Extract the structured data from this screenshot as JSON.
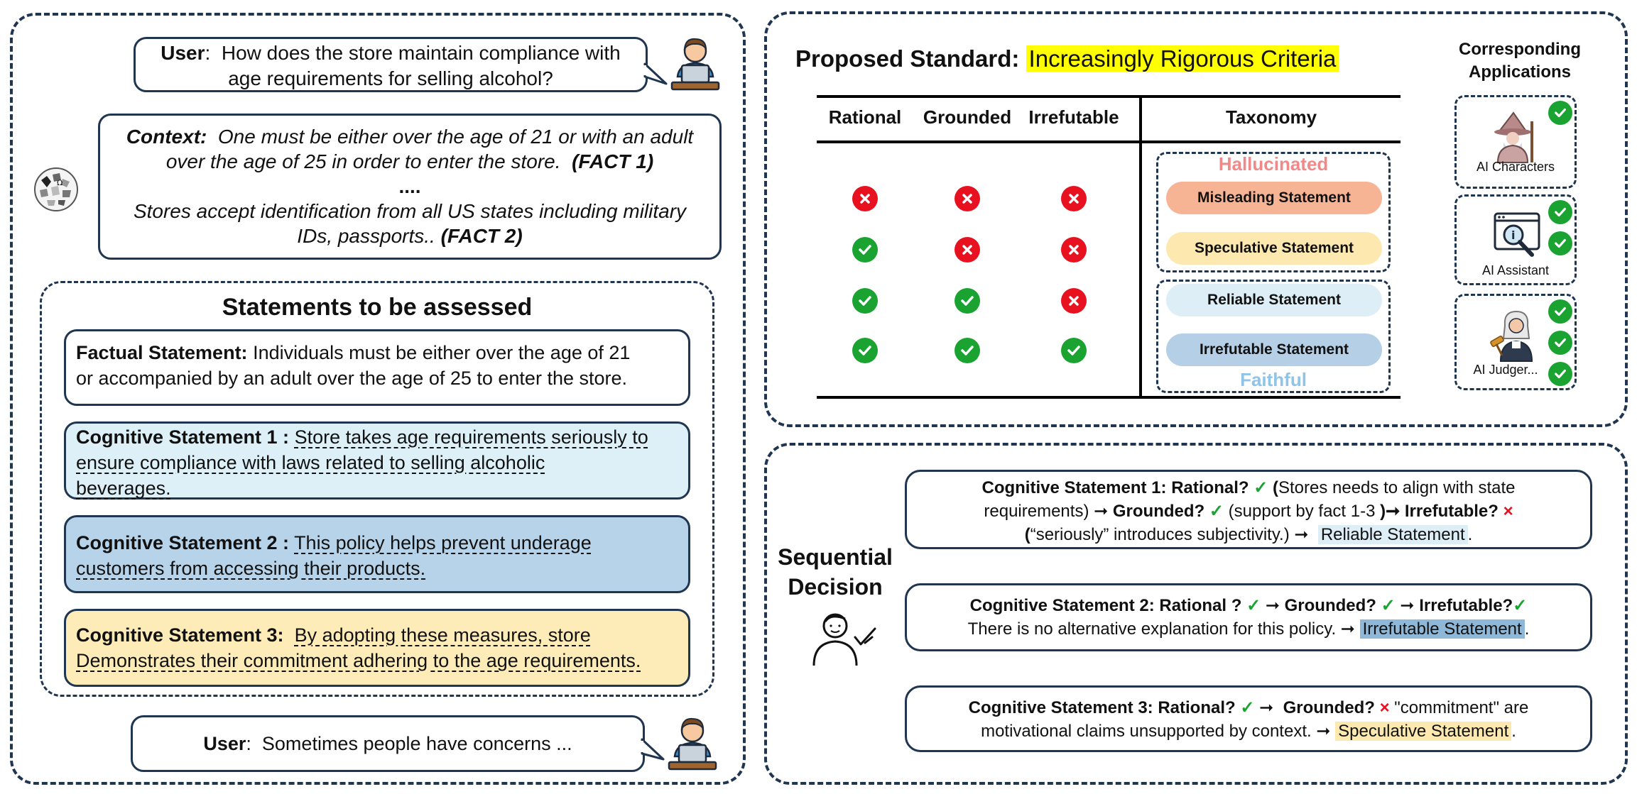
{
  "left": {
    "user_q": {
      "speaker": "User",
      "line1": "How does the store maintain compliance with",
      "line2": "age requirements for selling alcohol?"
    },
    "context": {
      "label": "Context:",
      "line1": "One must be either over the age of 21 or with an adult",
      "line2": "over the age of 25 in order to enter the store.",
      "fact1": "(FACT 1)",
      "ellipsis": "....",
      "line3": "Stores accept identification from all US states including military",
      "line4": "IDs, passports..",
      "fact2": "(FACT 2)"
    },
    "statements": {
      "title": "Statements to be assessed",
      "factual": {
        "label": "Factual Statement:",
        "text1": "Individuals must be either over the age of 21",
        "text2": "or accompanied by an adult over the age of 25 to enter the store."
      },
      "cog1": {
        "label": "Cognitive Statement 1 :",
        "text1": "Store takes age requirements seriously to",
        "text2": "ensure compliance with laws related to selling alcoholic",
        "text3": "beverages."
      },
      "cog2": {
        "label": "Cognitive Statement 2 :",
        "text1": "This policy helps prevent underage",
        "text2": "customers from accessing their products."
      },
      "cog3": {
        "label": "Cognitive Statement 3:",
        "text1": "By adopting these measures, store",
        "text2": "Demonstrates their commitment adhering to the age requirements."
      }
    },
    "user_followup": {
      "speaker": "User",
      "text": "Sometimes people have concerns ..."
    }
  },
  "standard": {
    "title_prefix": "Proposed Standard:",
    "title_highlight": "Increasingly Rigorous Criteria",
    "columns": [
      "Rational",
      "Grounded",
      "Irrefutable"
    ],
    "taxonomy_header": "Taxonomy",
    "rows": [
      {
        "rational": false,
        "grounded": false,
        "irrefutable": false
      },
      {
        "rational": true,
        "grounded": false,
        "irrefutable": false
      },
      {
        "rational": true,
        "grounded": true,
        "irrefutable": false
      },
      {
        "rational": true,
        "grounded": true,
        "irrefutable": true
      }
    ],
    "hallucinated_label": "Hallucinated",
    "faithful_label": "Faithful",
    "taxonomy": [
      {
        "label": "Misleading Statement",
        "color": "#f7b495"
      },
      {
        "label": "Speculative Statement",
        "color": "#fde9b0"
      },
      {
        "label": "Reliable Statement",
        "color": "#ddeef7"
      },
      {
        "label": "Irrefutable Statement",
        "color": "#b5d0e6"
      }
    ],
    "colors": {
      "hallucinated": "#f08a8a",
      "faithful": "#8fc3e8",
      "check": "#1aa331",
      "cross": "#e8111f"
    }
  },
  "applications": {
    "title_line1": "Corresponding",
    "title_line2": "Applications",
    "items": [
      {
        "label": "AI Characters",
        "icon": "wizard-character-icon",
        "checks": 1
      },
      {
        "label": "AI Assistant",
        "icon": "magnifier-assistant-icon",
        "checks": 2
      },
      {
        "label": "AI Judger...",
        "icon": "judge-icon",
        "checks": 3
      }
    ]
  },
  "sequential": {
    "title_line1": "Sequential",
    "title_line2": "Decision",
    "s1": {
      "head": "Cognitive Statement 1: Rational?",
      "check": "✓",
      "p1": "(",
      "t1": "Stores needs to align with state",
      "t2": "requirements)",
      "arrow": "➞",
      "grounded": "Grounded?",
      "t3": "(support by fact 1-3",
      "t4": ")➞",
      "irrefutable": "Irrefutable?",
      "cross": "×",
      "t5": "(",
      "t6": "“seriously” introduces subjectivity.)",
      "result": "Reliable Statement",
      "dot": "."
    },
    "s2": {
      "head": "Cognitive Statement 2: Rational ?",
      "check": "✓",
      "arrow": "➞",
      "grounded": "Grounded?",
      "irrefutable": "Irrefutable?",
      "t1": "There is no alternative explanation for this policy.",
      "result": "Irrefutable Statement",
      "dot": "."
    },
    "s3": {
      "head": "Cognitive Statement 3: Rational?",
      "check": "✓",
      "arrow": "➞",
      "grounded": "Grounded?",
      "cross": "×",
      "t1": "\"commitment\" are",
      "t2": "motivational claims unsupported by context.",
      "result": "Speculative Statement",
      "dot": "."
    }
  }
}
